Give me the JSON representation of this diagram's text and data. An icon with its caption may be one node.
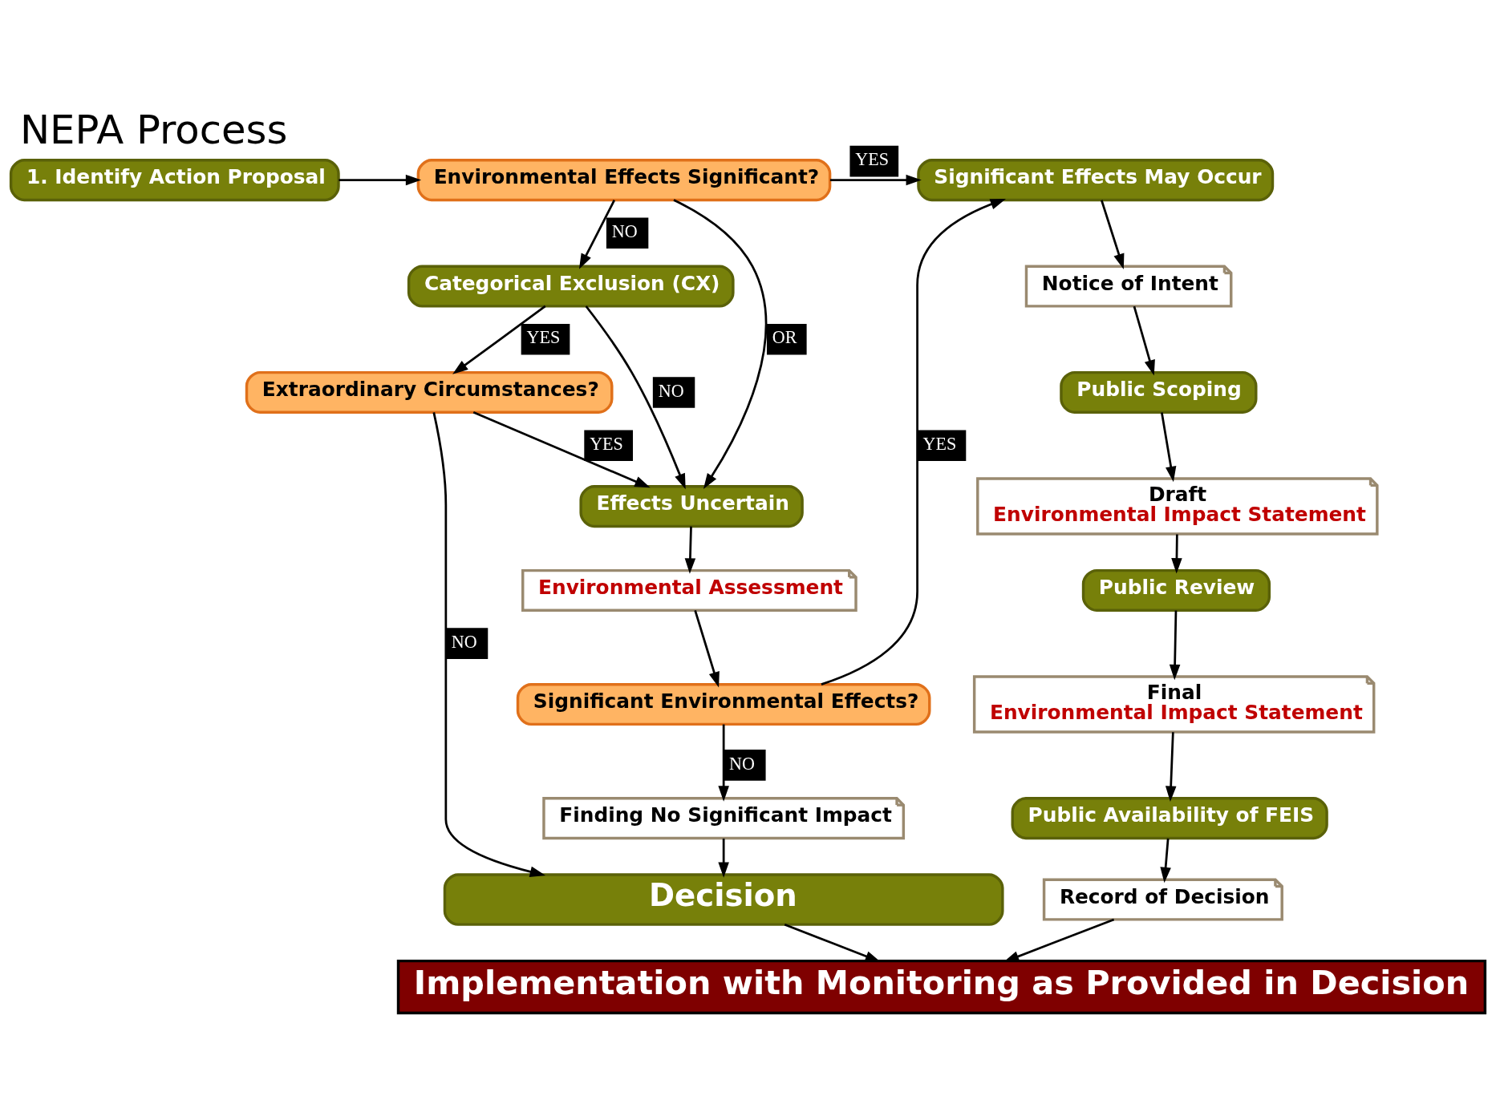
{
  "diagram": {
    "title": "NEPA Process",
    "nodes": [
      {
        "text": [
          "1. Identify Action Proposal"
        ]
      },
      {
        "text": [
          "Environmental Effects Significant?"
        ]
      },
      {
        "text": [
          "Significant Effects May Occur"
        ]
      },
      {
        "text": [
          "Notice of Intent"
        ]
      },
      {
        "text": [
          "Categorical Exclusion (CX)"
        ]
      },
      {
        "text": [
          "Effects Uncertain"
        ]
      },
      {
        "text": [
          "Public Scoping"
        ]
      },
      {
        "text": [
          "Environmental Assessment"
        ]
      },
      {
        "text": [
          "Draft",
          "Environmental Impact Statement"
        ]
      },
      {
        "text": [
          "Extraordinary Circumstances?"
        ]
      },
      {
        "text": [
          "Significant Environmental Effects?"
        ]
      },
      {
        "text": [
          "Public Review"
        ]
      },
      {
        "text": [
          "Final",
          "Environmental Impact Statement"
        ]
      },
      {
        "text": [
          "Finding No Significant Impact"
        ]
      },
      {
        "text": [
          "Public Availability of FEIS"
        ]
      },
      {
        "text": [
          "Decision"
        ]
      },
      {
        "text": [
          "Record of Decision"
        ]
      },
      {
        "text": [
          "Implementation with Monitoring as Provided in Decision"
        ]
      }
    ],
    "edges": [
      {
        "from": 0,
        "to": 1,
        "arrow": "to"
      },
      {
        "from": 1,
        "to": 2,
        "arrow": "to",
        "label": "YES"
      },
      {
        "from": 1,
        "to": 4,
        "arrow": "to",
        "label": "NO"
      },
      {
        "from": 1,
        "to": 5,
        "arrow": "to",
        "label": "OR"
      },
      {
        "from": 4,
        "to": 5,
        "arrow": "to",
        "label": "NO"
      },
      {
        "from": 4,
        "to": 9,
        "arrow": "to",
        "label": "YES"
      },
      {
        "from": 9,
        "to": 5,
        "arrow": "to",
        "label": "YES"
      },
      {
        "from": 9,
        "to": 15,
        "arrow": "to",
        "label": "NO"
      },
      {
        "from": 5,
        "to": 7,
        "arrow": "to"
      },
      {
        "from": 7,
        "to": 10,
        "arrow": "to"
      },
      {
        "from": 10,
        "to": 2,
        "arrow": "to",
        "label": "YES"
      },
      {
        "from": 10,
        "to": 13,
        "arrow": "to",
        "label": "NO"
      },
      {
        "from": 13,
        "to": 15,
        "arrow": "to"
      },
      {
        "from": 15,
        "to": 17,
        "arrow": "to"
      },
      {
        "from": 2,
        "to": 3,
        "arrow": "to"
      },
      {
        "from": 3,
        "to": 6,
        "arrow": "to"
      },
      {
        "from": 6,
        "to": 8,
        "arrow": "to"
      },
      {
        "from": 8,
        "to": 11,
        "arrow": "to"
      },
      {
        "from": 11,
        "to": 12,
        "arrow": "to"
      },
      {
        "from": 12,
        "to": 14,
        "arrow": "to"
      },
      {
        "from": 14,
        "to": 16,
        "arrow": "to"
      },
      {
        "from": 16,
        "to": 17,
        "arrow": "to"
      }
    ]
  }
}
